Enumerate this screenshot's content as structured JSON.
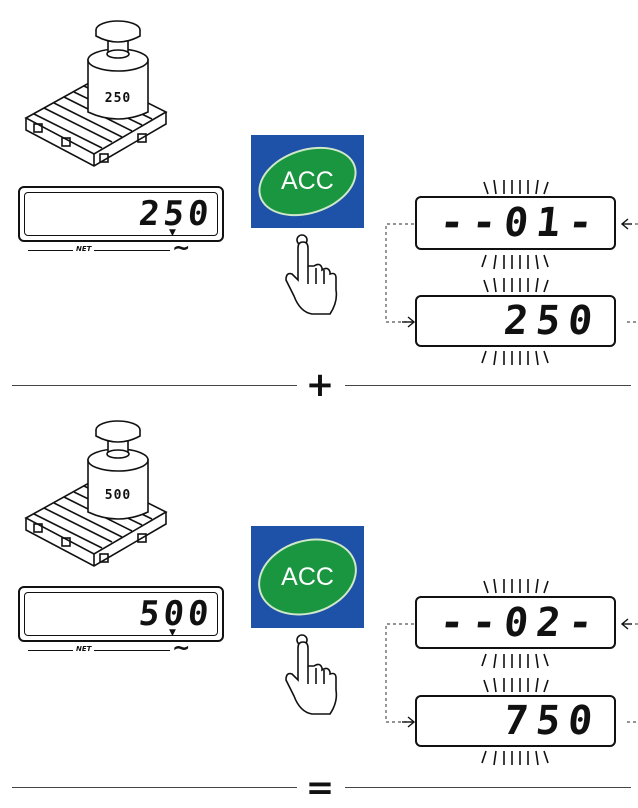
{
  "section1": {
    "weight_label": "250",
    "scale_display": "250",
    "acc_label": "ACC",
    "counter_display": "--01-",
    "total_display": "250"
  },
  "separator1": "+",
  "section2": {
    "weight_label": "500",
    "scale_display": "500",
    "acc_label": "ACC",
    "counter_display": "--02-",
    "total_display": "750"
  },
  "separator2": "=",
  "net_label": "NET",
  "stable_symbol": "~",
  "colors": {
    "acc_blue": "#1e51a8",
    "acc_green": "#1a9641",
    "ink": "#111111"
  },
  "icons": [
    "pallet-icon",
    "weight-icon",
    "pointing-hand-icon",
    "blink-rays-icon",
    "cycle-arrows-icon"
  ]
}
